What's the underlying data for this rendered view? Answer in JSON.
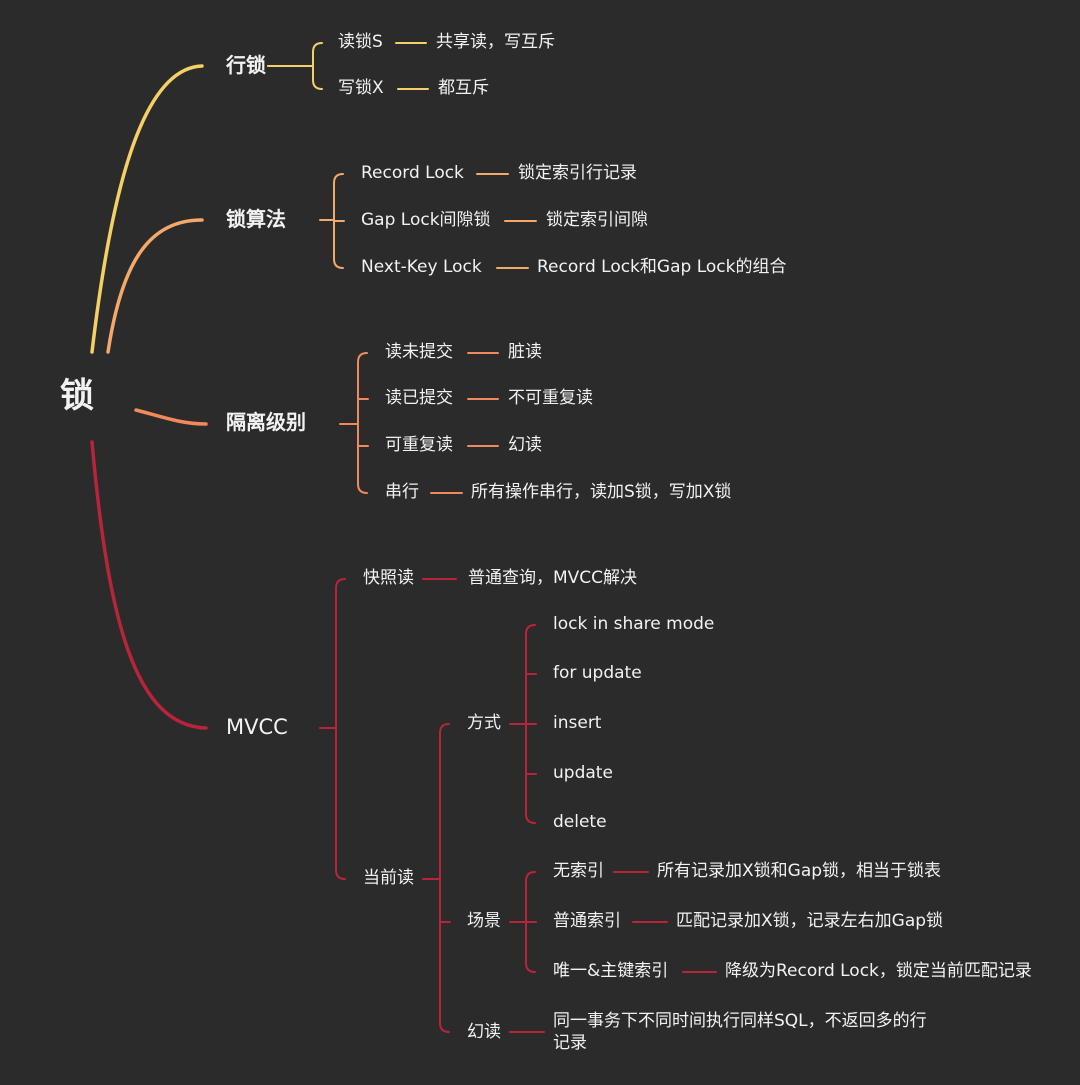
{
  "colors": {
    "background": "#2b2b2b",
    "row_lock": "#f4d066",
    "algorithm": "#f4a86a",
    "isolation": "#f08a5d",
    "mvcc": "#b8243a",
    "text": "#f2f2f2"
  },
  "root": {
    "label": "锁"
  },
  "branches": {
    "row_lock": {
      "label": "行锁",
      "items": [
        {
          "label": "读锁S",
          "desc": "共享读，写互斥"
        },
        {
          "label": "写锁X",
          "desc": "都互斥"
        }
      ]
    },
    "algorithm": {
      "label": "锁算法",
      "items": [
        {
          "label": "Record Lock",
          "desc": "锁定索引行记录"
        },
        {
          "label": "Gap Lock间隙锁",
          "desc": "锁定索引间隙"
        },
        {
          "label": "Next-Key Lock",
          "desc": "Record Lock和Gap Lock的组合"
        }
      ]
    },
    "isolation": {
      "label": "隔离级别",
      "items": [
        {
          "label": "读未提交",
          "desc": "脏读"
        },
        {
          "label": "读已提交",
          "desc": "不可重复读"
        },
        {
          "label": "可重复读",
          "desc": "幻读"
        },
        {
          "label": "串行",
          "desc": "所有操作串行，读加S锁，写加X锁"
        }
      ]
    },
    "mvcc": {
      "label": "MVCC",
      "snapshot": {
        "label": "快照读",
        "desc": "普通查询，MVCC解决"
      },
      "current": {
        "label": "当前读",
        "methods": {
          "label": "方式",
          "items": [
            "lock in share mode",
            "for update",
            "insert",
            "update",
            "delete"
          ]
        },
        "scenarios": {
          "label": "场景",
          "items": [
            {
              "label": "无索引",
              "desc": "所有记录加X锁和Gap锁，相当于锁表"
            },
            {
              "label": "普通索引",
              "desc": "匹配记录加X锁，记录左右加Gap锁"
            },
            {
              "label": "唯一&主键索引",
              "desc": "降级为Record Lock，锁定当前匹配记录"
            }
          ]
        },
        "phantom": {
          "label": "幻读",
          "desc": "同一事务下不同时间执行同样SQL，不返回多的行记录"
        }
      }
    }
  }
}
